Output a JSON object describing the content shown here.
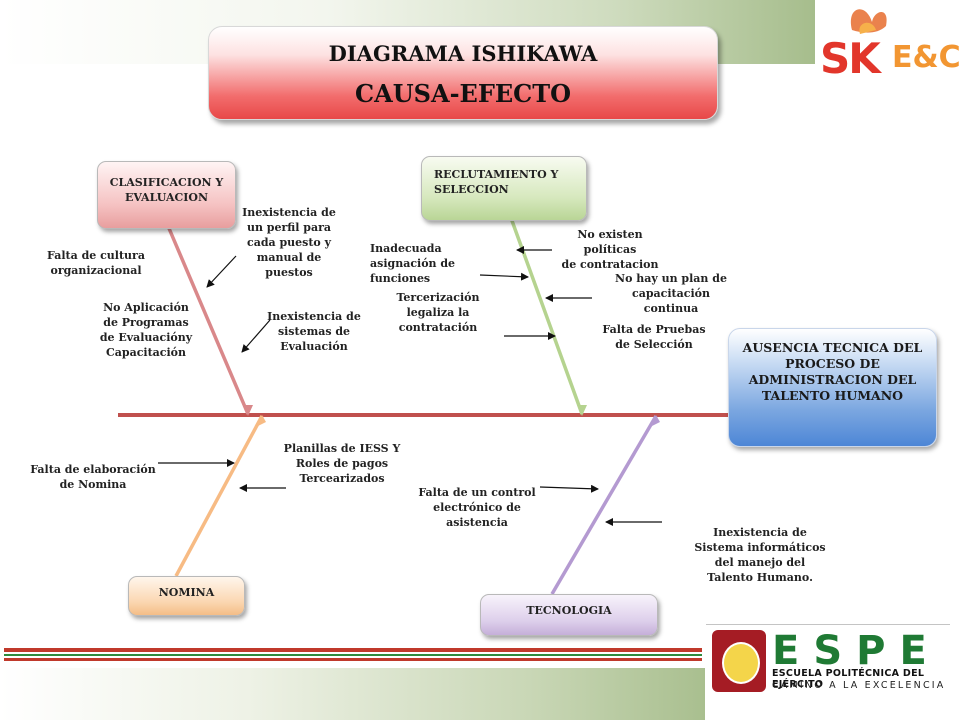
{
  "title": {
    "line1": "DIAGRAMA ISHIKAWA",
    "line2": "CAUSA-EFECTO"
  },
  "effect": "AUSENCIA TECNICA DEL PROCESO DE ADMINISTRACION DEL TALENTO HUMANO",
  "categories": {
    "clasificacion": "CLASIFICACION Y EVALUACION",
    "reclutamiento": "RECLUTAMIENTO Y SELECCION",
    "nomina": "NOMINA",
    "tecnologia": "TECNOLOGIA"
  },
  "causes": {
    "clasificacion": [
      "Inexistencia de\nun perfil para\ncada puesto y\nmanual de\npuestos",
      "Falta de cultura\norganizacional",
      "No Aplicación\nde Programas\nde Evaluacióny\nCapacitación",
      "Inexistencia de\nsistemas de\nEvaluación"
    ],
    "reclutamiento": [
      "No existen políticas\nde contratacion",
      "Inadecuada\nasignación de\nfunciones",
      "Tercerización\nlegaliza la\ncontratación",
      "No hay un plan de\ncapacitación\ncontinua",
      "Falta de Pruebas\nde Selección"
    ],
    "nomina": [
      "Planillas de IESS Y\nRoles de pagos\nTercearizados",
      "Falta de elaboración\nde Nomina"
    ],
    "tecnologia": [
      "Falta de un control\nelectrónico de\nasistencia",
      "Inexistencia de\nSistema informáticos\ndel manejo del\nTalento Humano."
    ]
  },
  "logos": {
    "sk": {
      "main": "SK",
      "sub": "E&C"
    },
    "espe": {
      "letters": "ESPE",
      "name": "ESCUELA POLITÉCNICA DEL EJÉRCITO",
      "motto": "CAMINO A LA EXCELENCIA"
    }
  },
  "colors": {
    "spine": "#c0504d",
    "clasificacion": "#d9888a",
    "reclutamiento": "#b5d38f",
    "nomina": "#f7bb84",
    "tecnologia": "#b49ad1",
    "stripe_red": "#c0392b",
    "stripe_green": "#2e8b3e"
  }
}
